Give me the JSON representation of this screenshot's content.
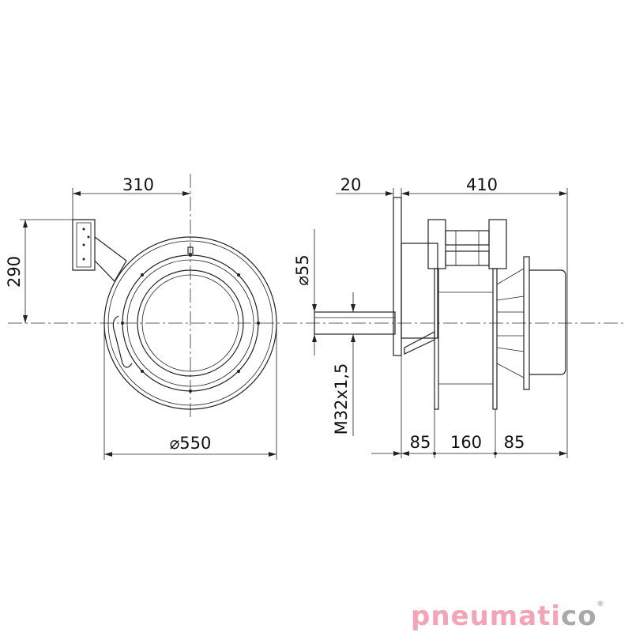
{
  "dimensions": {
    "width_offset": "310",
    "height_offset": "290",
    "diameter_reel": "⌀550",
    "diameter_pipe": "⌀55",
    "thread": "M32x1,5",
    "plate_gap": "20",
    "overall_depth": "410",
    "left_part": "85",
    "drum_width": "160",
    "right_part": "85"
  },
  "logo": {
    "text_main": "pneumati",
    "text_end": "co",
    "registered": "®"
  },
  "colors": {
    "line": "#222222",
    "logo_pink": "#f4a4b7",
    "logo_grey": "#a9a9a9"
  }
}
